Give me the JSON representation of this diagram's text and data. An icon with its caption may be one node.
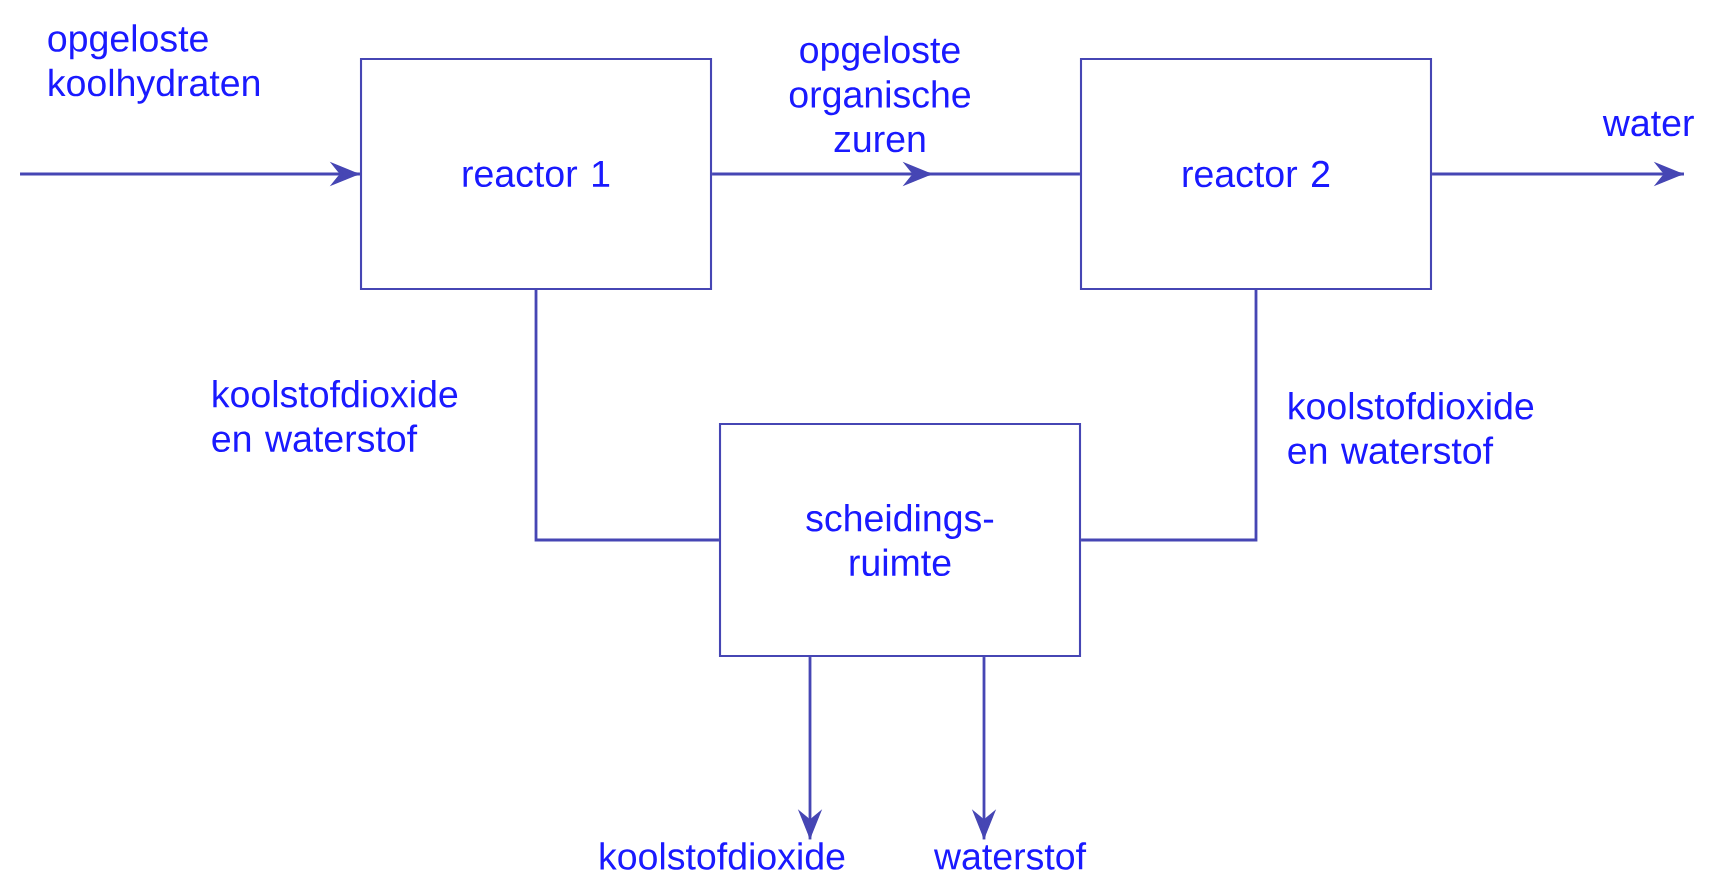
{
  "diagram": {
    "nodes": [
      {
        "text": [
          "reactor 1"
        ]
      },
      {
        "text": [
          "reactor 2"
        ]
      },
      {
        "text": [
          "scheidings- ruimte"
        ]
      },
      {
        "text": [
          "koolstofdioxide"
        ]
      },
      {
        "text": [
          "waterstof"
        ]
      }
    ],
    "edges": [
      {
        "from": null,
        "to": 0,
        "arrow": "to",
        "label": "opgeloste koolhydraten"
      },
      {
        "from": 0,
        "to": 1,
        "arrow": "to",
        "label": "opgeloste organische zuren"
      },
      {
        "from": 1,
        "to": null,
        "arrow": "to",
        "label": "water"
      },
      {
        "from": 0,
        "to": 2,
        "arrow": "none",
        "label": "koolstofdioxide en waterstof"
      },
      {
        "from": 1,
        "to": 2,
        "arrow": "none",
        "label": "koolstofdioxide en waterstof"
      },
      {
        "from": 2,
        "to": 3,
        "arrow": "to"
      },
      {
        "from": 2,
        "to": 4,
        "arrow": "to"
      }
    ]
  }
}
